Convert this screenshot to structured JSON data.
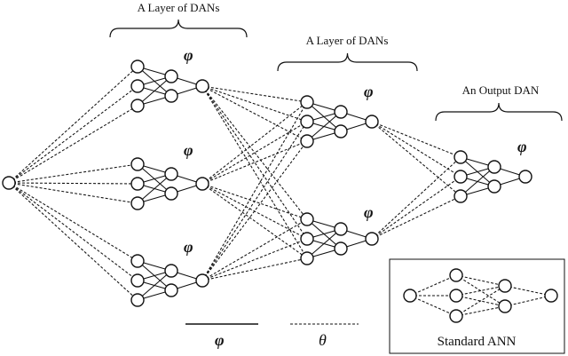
{
  "labels": {
    "layer1_caption": "A  Layer of DANs",
    "layer2_caption": "A  Layer of DANs",
    "output_caption": "An Output DAN",
    "phi_symbol": "φ",
    "legend_solid_symbol": "φ",
    "legend_dashed_symbol": "θ",
    "standard_ann_label": "Standard ANN"
  },
  "colors": {
    "stroke": "#111111",
    "background": "#ffffff"
  }
}
